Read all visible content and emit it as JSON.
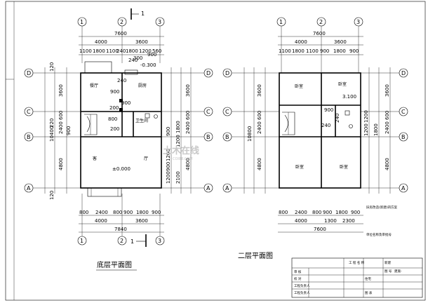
{
  "sheet": {
    "section_marker_top": "1",
    "section_marker_bottom": "1"
  },
  "plan_left": {
    "title": "底层平面图",
    "axes_top": [
      "1",
      "2",
      "3"
    ],
    "axes_bottom": [
      "1",
      "2",
      "3"
    ],
    "axes_side_left": [
      "D",
      "C",
      "B",
      "A"
    ],
    "axes_side_right": [
      "D",
      "C",
      "B",
      "A"
    ],
    "dim_total_top": "7600",
    "dim_top_row1": [
      "4000",
      "3600"
    ],
    "dim_top_row2": [
      "1100",
      "1800",
      "1100",
      "240",
      "1800",
      "1200",
      "560"
    ],
    "dim_left_outer": [
      "3600",
      "600",
      "2400",
      "4800"
    ],
    "dim_left_total": "10400",
    "dim_left_misc": [
      "120",
      "120",
      "900"
    ],
    "dim_right_outer": [
      "3600",
      "600",
      "2400",
      "4800"
    ],
    "dim_right_inner": [
      "1800",
      "1200",
      "1200",
      "900",
      "1200",
      "2100",
      "900"
    ],
    "dim_bottom_row1": [
      "800",
      "2400",
      "800",
      "900",
      "1800",
      "900"
    ],
    "dim_bottom_row2": [
      "4000",
      "3600"
    ],
    "dim_total_bottom": "7840",
    "rooms": {
      "dining": "餐厅",
      "kitchen": "厨房",
      "bath": "卫生间",
      "living_a": "客",
      "living_b": "厅"
    },
    "elevations": [
      "-0.300",
      "±0.000"
    ],
    "notes": [
      "240",
      "240",
      "900",
      "900",
      "200",
      "800",
      "300",
      "200",
      "900",
      "220"
    ]
  },
  "plan_right": {
    "title": "二层平面图",
    "axes_top": [
      "1",
      "2",
      "3"
    ],
    "axes_side_left": [
      "D",
      "C",
      "B",
      "A"
    ],
    "axes_side_right": [
      "D",
      "C",
      "B",
      "A"
    ],
    "dim_total_top": "7600",
    "dim_top_row1": [
      "4000",
      "3600"
    ],
    "dim_top_row2": [
      "1100",
      "1800",
      "1100",
      "900",
      "1800",
      "900"
    ],
    "dim_left_outer": [
      "3600",
      "600",
      "2400",
      "4800"
    ],
    "dim_left_total": "10800",
    "dim_right_outer": [
      "3600",
      "600",
      "2400",
      "4800"
    ],
    "dim_right_inner": [
      "1200",
      "1200",
      "1800"
    ],
    "dim_bottom_row1": [
      "800",
      "2400",
      "800",
      "900",
      "1800",
      "900"
    ],
    "dim_bottom_row2": [
      "4000",
      "1300",
      "2300"
    ],
    "dim_total_bottom": "7600",
    "rooms": {
      "bedroom_1": "卧室",
      "bedroom_2": "卧室",
      "bedroom_3": "卧室",
      "bedroom_4": "卧室"
    },
    "elevations": [
      "3.100"
    ],
    "notes": [
      "900",
      "240",
      "240"
    ]
  },
  "title_block": {
    "top_right_1": "旧房改造(新建)四方案",
    "top_right_2": "单位名称及审批号",
    "project_label": "工 程 名 称",
    "project_value": "新建",
    "drawing_no_label": "图 号",
    "drawing_no_value": "建施-",
    "row_labels": [
      "审 核",
      "校 对",
      "工程负责人",
      "工程负责人"
    ],
    "content_value": "住宅",
    "date_label": "图 表"
  },
  "watermark": {
    "brand": "土木在线",
    "site": "COI88.COM"
  }
}
